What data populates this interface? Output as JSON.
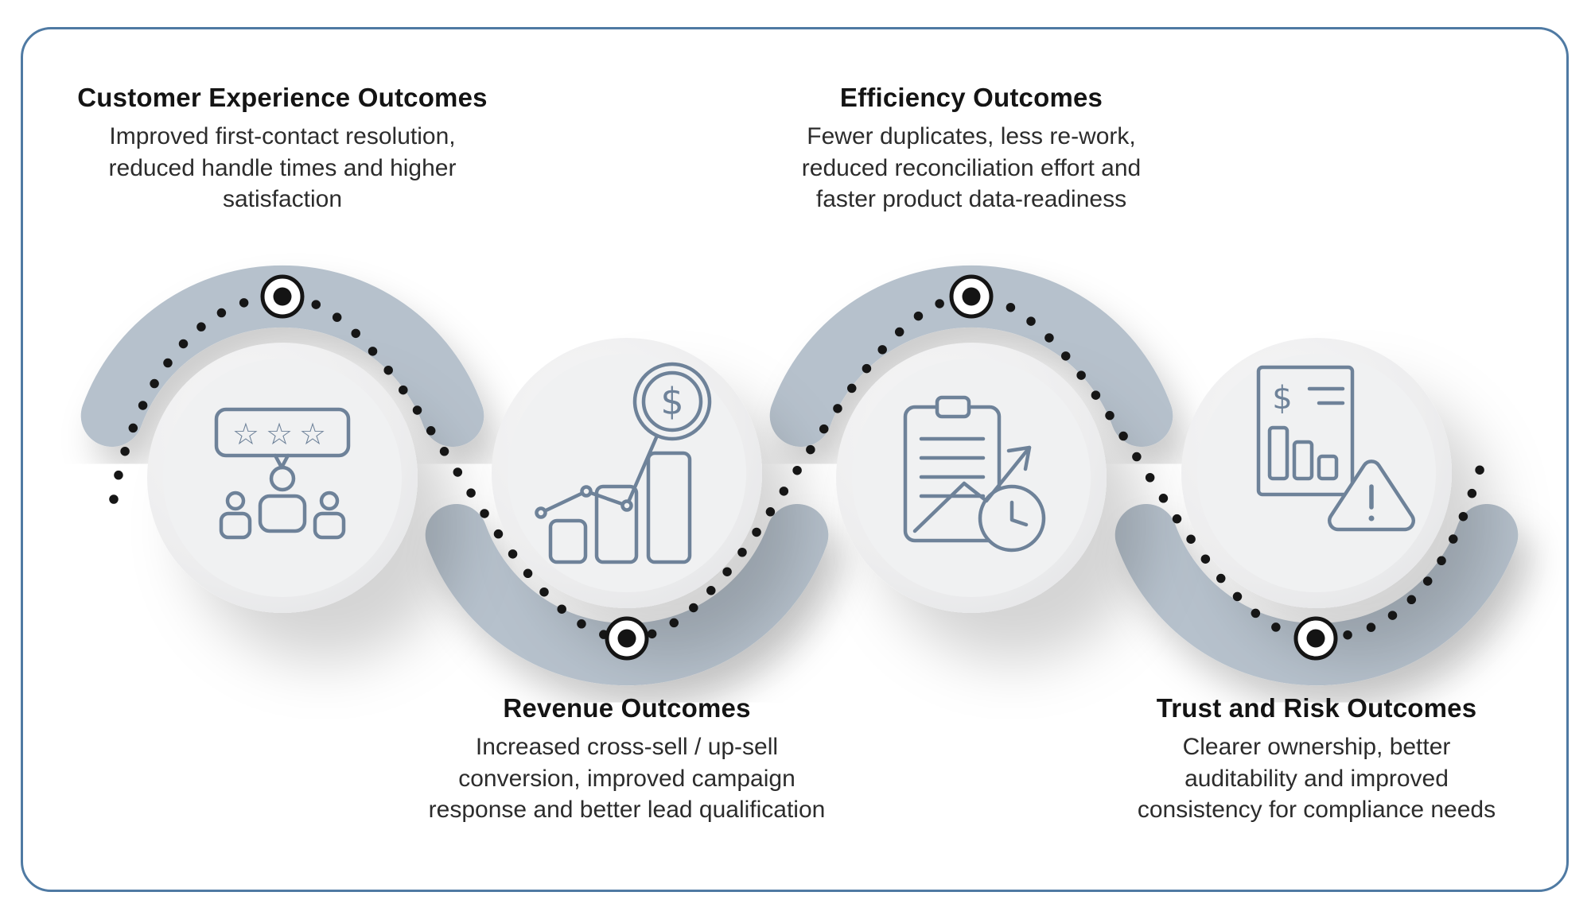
{
  "frame": {
    "border_color": "#4f7aa3",
    "background": "#ffffff"
  },
  "colors": {
    "band": "#b6c1cc",
    "icon_stroke": "#6e8299",
    "dot": "#161616",
    "circle_fill": "#eeeeef",
    "title_text": "#141414",
    "body_text": "#2c2c2c"
  },
  "items": [
    {
      "id": "customer-experience",
      "title": "Customer Experience Outcomes",
      "lines": [
        "Improved first-contact resolution,",
        "reduced handle times and higher",
        "satisfaction"
      ],
      "icon": "customer-feedback-icon",
      "label_position": "top"
    },
    {
      "id": "revenue",
      "title": "Revenue Outcomes",
      "lines": [
        "Increased cross-sell / up-sell",
        "conversion, improved campaign",
        "response and better lead qualification"
      ],
      "icon": "growth-chart-dollar-icon",
      "label_position": "bottom"
    },
    {
      "id": "efficiency",
      "title": "Efficiency Outcomes",
      "lines": [
        "Fewer duplicates, less re-work,",
        "reduced reconciliation effort and",
        "faster product data-readiness"
      ],
      "icon": "clipboard-clock-icon",
      "label_position": "top"
    },
    {
      "id": "trust-risk",
      "title": "Trust and Risk Outcomes",
      "lines": [
        "Clearer ownership, better",
        "auditability and improved",
        "consistency for compliance needs"
      ],
      "icon": "financial-report-warning-icon",
      "label_position": "bottom"
    }
  ],
  "icon_glyphs": {
    "stars": "☆☆☆",
    "dollar": "$"
  }
}
